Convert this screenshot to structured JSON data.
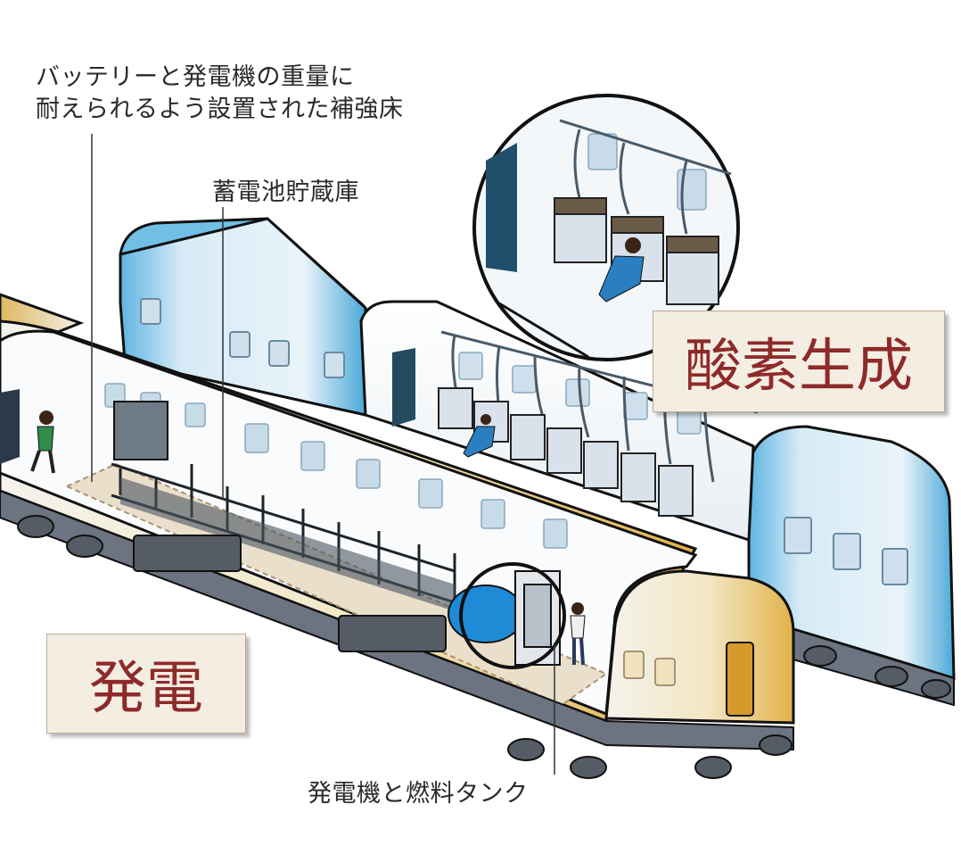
{
  "labels": {
    "reinforced_floor": [
      "バッテリーと発電機の重量に",
      "耐えられるよう設置された補強床"
    ],
    "battery_storage": "蓄電池貯蔵庫",
    "generator_fuel": "発電機と燃料タンク"
  },
  "titles": {
    "oxygen": "酸素生成",
    "power": "発電"
  },
  "colors": {
    "title_text": "#8e2a2a",
    "title_box": "#f3ede2",
    "oxygen_car_tint": "#4aa9d9",
    "power_car_tint": "#e3b24a",
    "outline": "#111111"
  }
}
